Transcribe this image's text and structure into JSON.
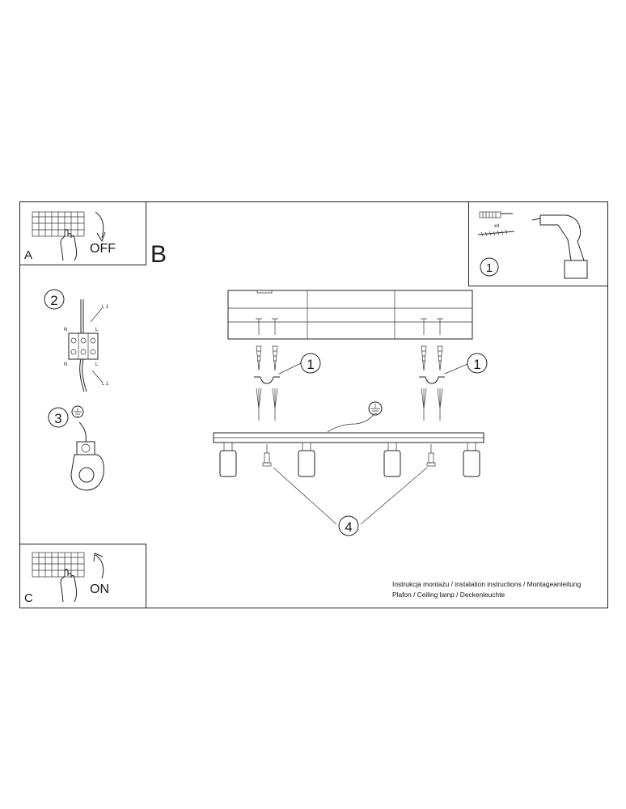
{
  "panel_a": {
    "letter": "A",
    "action": "OFF"
  },
  "panel_b": {
    "letter": "B"
  },
  "panel_c": {
    "letter": "C",
    "action": "ON"
  },
  "tools": {
    "count_label": "x4",
    "step": "1"
  },
  "wiring": {
    "step": "2",
    "labels": {
      "n_top": "N",
      "n_bottom": "N",
      "l_left_top": "L",
      "l_left_bottom": "L",
      "l1_top": "L 1",
      "l1_bottom": "L 1"
    }
  },
  "ground": {
    "step": "3"
  },
  "main": {
    "step_bracket_left": "1",
    "step_bracket_right": "1",
    "step_bulbs": "4"
  },
  "caption": {
    "line1": "Instrukcja montażu / instalation instructions / Montageanleitung",
    "line2": "Plafon / Ceiling lamp / Deckenleuchte"
  }
}
